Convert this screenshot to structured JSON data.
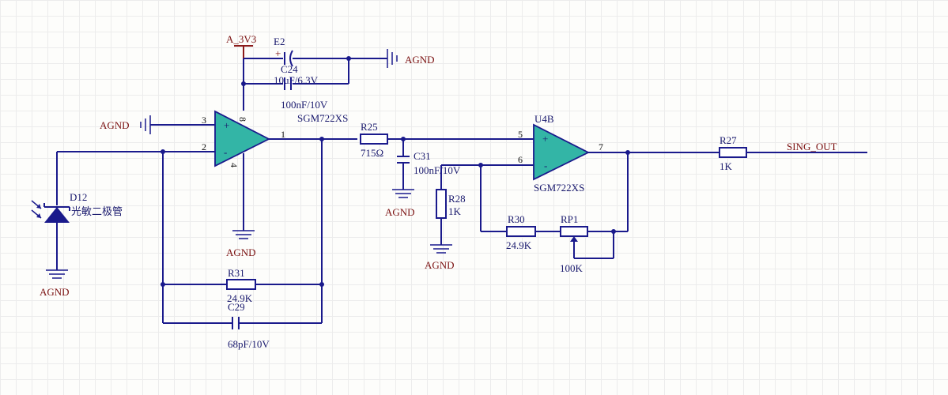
{
  "components": {
    "u4a": {
      "part": "SGM722XS",
      "pins": {
        "in_pos": "3",
        "in_neg": "2",
        "out": "1",
        "vdd": "8",
        "vss": "4"
      }
    },
    "u4b": {
      "ref": "U4B",
      "part": "SGM722XS",
      "pins": {
        "in_pos": "5",
        "in_neg": "6",
        "out": "7"
      }
    },
    "e2": {
      "ref": "E2",
      "value": "10uF/6.3V",
      "plus": "+"
    },
    "c24": {
      "ref": "C24",
      "value": "100nF/10V"
    },
    "c29": {
      "ref": "C29",
      "value": "68pF/10V"
    },
    "c31": {
      "ref": "C31",
      "value": "100nF/10V"
    },
    "r25": {
      "ref": "R25",
      "value": "715Ω"
    },
    "r27": {
      "ref": "R27",
      "value": "1K"
    },
    "r28": {
      "ref": "R28",
      "value": "1K"
    },
    "r30": {
      "ref": "R30",
      "value": "24.9K"
    },
    "r31": {
      "ref": "R31",
      "value": "24.9K"
    },
    "rp1": {
      "ref": "RP1",
      "value": "100K"
    },
    "d12": {
      "ref": "D12",
      "value": "光敏二极管"
    }
  },
  "nets": {
    "power": "A_3V3",
    "gnd_top": "AGND",
    "gnd_in": "AGND",
    "gnd_u4a": "AGND",
    "gnd_diode": "AGND",
    "gnd_c31": "AGND",
    "gnd_r28": "AGND",
    "output": "SING_OUT"
  },
  "colors": {
    "wire": "#1a1a8c",
    "power_net": "#8b1a1a",
    "opamp_fill": "#33b5a6",
    "grid": "#ececec"
  }
}
